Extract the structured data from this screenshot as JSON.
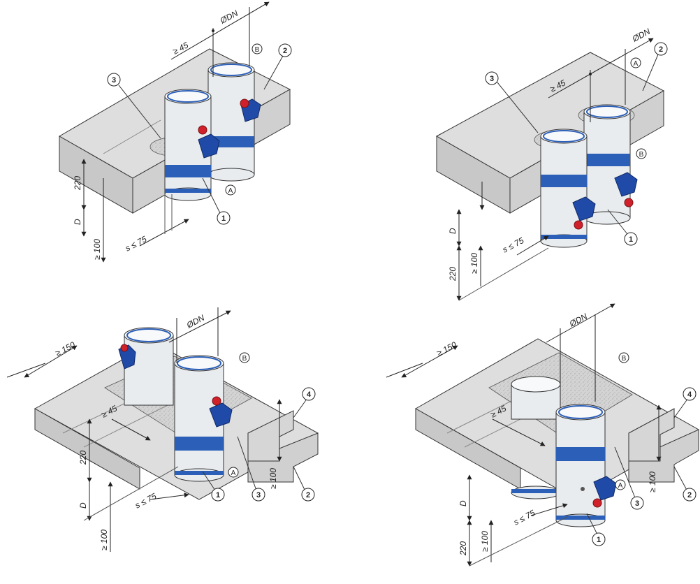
{
  "colors": {
    "concrete_top": "#dedede",
    "concrete_side": "#d0d0d0",
    "concrete_front": "#c8c8c8",
    "fill_mortar": "#cfcfcf",
    "pipe": "#e9ecef",
    "pipe_inner": "#f8f9fa",
    "band_blue": "#2c5fb8",
    "clamp_blue": "#1f4aa8",
    "valve_red": "#d0212a",
    "line": "#333333"
  },
  "panels": [
    {
      "callouts": {
        "pipe": "1",
        "slab": "2",
        "annulus": "3"
      },
      "zones": [
        "A",
        "B"
      ],
      "dims": {
        "dn": "ØDN",
        "gap": "≥ 45",
        "slab": "220",
        "depth": "D",
        "min": "≥ 100",
        "sleeve": "s ≤ 75"
      }
    },
    {
      "callouts": {
        "pipe": "1",
        "slab": "2",
        "annulus": "3"
      },
      "zones": [
        "A",
        "B"
      ],
      "dims": {
        "dn": "ØDN",
        "gap": "≥ 45",
        "slab": "220",
        "depth": "D",
        "min": "≥ 100",
        "sleeve": "s ≤ 75"
      }
    },
    {
      "callouts": {
        "pipe": "1",
        "slab": "2",
        "annulus": "3",
        "step": "4"
      },
      "zones": [
        "A",
        "B"
      ],
      "dims": {
        "dn": "ØDN",
        "gap": "≥ 45",
        "edge": "≥ 150",
        "slab": "220",
        "depth": "D",
        "min": "≥ 100",
        "min2": "≥ 100",
        "sleeve": "s ≤ 75"
      }
    },
    {
      "callouts": {
        "pipe": "1",
        "slab": "2",
        "annulus": "3",
        "step": "4"
      },
      "zones": [
        "A",
        "B"
      ],
      "dims": {
        "dn": "ØDN",
        "gap": "≥ 45",
        "edge": "≥ 150",
        "slab": "220",
        "depth": "D",
        "min": "≥ 100",
        "min2": "≥ 100",
        "sleeve": "s ≤ 75"
      }
    }
  ]
}
